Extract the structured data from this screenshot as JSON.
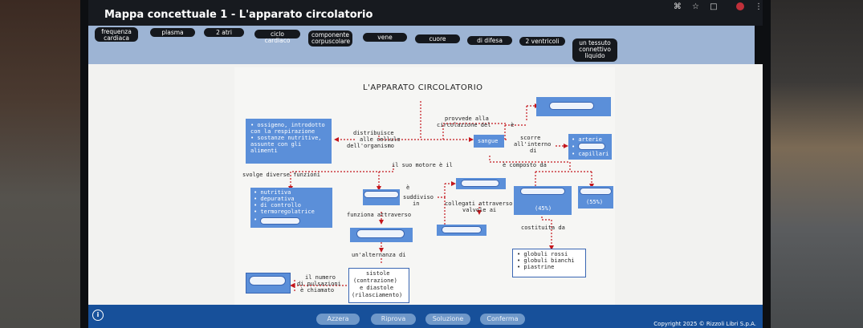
{
  "window": {
    "title": "Mappa concettuale 1 - L'apparato circolatorio"
  },
  "chips": [
    {
      "label": "frequenza cardiaca"
    },
    {
      "label": "plasma"
    },
    {
      "label": "2 atri"
    },
    {
      "label": "ciclo cardiaco"
    },
    {
      "label": "componente corpuscolare"
    },
    {
      "label": "vene"
    },
    {
      "label": "cuore"
    },
    {
      "label": "di difesa"
    },
    {
      "label": "2 ventricoli"
    },
    {
      "label": "un tessuto connettivo liquido"
    }
  ],
  "map": {
    "title": "L'APPARATO CIRCOLATORIO",
    "left_box": [
      "• ossigeno, introdotto",
      "  con la respirazione",
      "• sostanze nutritive,",
      "  assunte con gli",
      "  alimenti"
    ],
    "distribuisce": [
      "distribuisce",
      "alle cellule",
      "dell'organismo"
    ],
    "provvede": [
      "provvede alla",
      "circolazione del"
    ],
    "e_label": "è",
    "sangue": "sangue",
    "scorre": [
      "scorre",
      "all'interno",
      "di"
    ],
    "vessels": [
      "• arterie",
      "•",
      "• capillari"
    ],
    "motore": "il suo motore è il",
    "composto": "è composto da",
    "svolge": "svolge diverse funzioni",
    "funzioni": [
      "• nutritiva",
      "• depurativa",
      "• di controllo",
      "• termoregolatrice",
      "•"
    ],
    "e_suddiviso": "è",
    "suddiviso": [
      "suddiviso",
      "in"
    ],
    "collegati": [
      "collegati attraverso",
      "valvole ai"
    ],
    "funziona": "funziona attraverso",
    "perc_45": "(45%)",
    "perc_55": "(55%)",
    "costituita": "costituita da",
    "alternanza": "un'alternanza di",
    "cells": [
      "• globuli rossi",
      "• globuli bianchi",
      "• piastrine"
    ],
    "numero": [
      "il numero",
      "di pulsazioni",
      "è chiamato"
    ],
    "sistole": [
      "sistole",
      "(contrazione)",
      "e diastole",
      "(rilasciamento)"
    ]
  },
  "footer": {
    "buttons": [
      {
        "label": "Azzera"
      },
      {
        "label": "Riprova"
      },
      {
        "label": "Soluzione"
      },
      {
        "label": "Conferma"
      }
    ],
    "copyright": "Copyright 2025 © Rizzoli Libri S.p.A.",
    "info": "i"
  },
  "colors": {
    "accent": "#5b8fd9",
    "arrow": "#c4161c",
    "footer": "#17509a",
    "chipbar": "#9db4d4"
  }
}
